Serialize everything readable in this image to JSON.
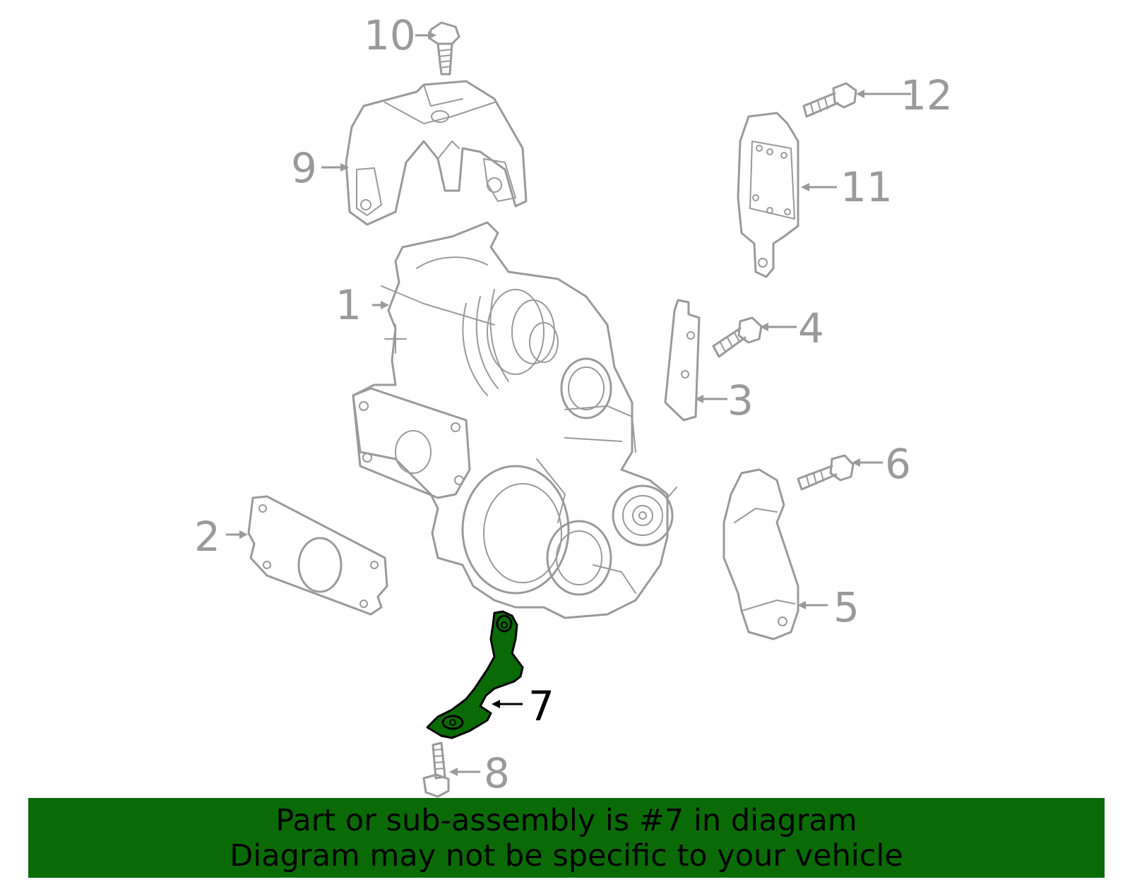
{
  "highlight_color": "#0a6b06",
  "highlighted_part": "7",
  "callouts": {
    "c1": "1",
    "c2": "2",
    "c3": "3",
    "c4": "4",
    "c5": "5",
    "c6": "6",
    "c7": "7",
    "c8": "8",
    "c9": "9",
    "c10": "10",
    "c11": "11",
    "c12": "12"
  },
  "banner": {
    "line1": "Part or sub-assembly is #7 in diagram",
    "line2": "Diagram may not be specific to your vehicle"
  }
}
